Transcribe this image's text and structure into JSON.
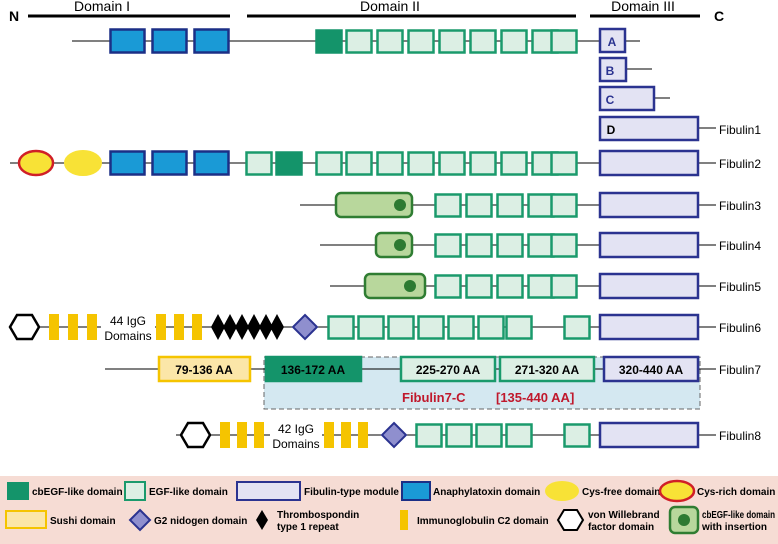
{
  "header": {
    "n_terminal": "N",
    "c_terminal": "C",
    "domains": [
      "Domain I",
      "Domain II",
      "Domain III"
    ]
  },
  "isoforms": [
    "A",
    "B",
    "C",
    "D"
  ],
  "rows": [
    {
      "name": "Fibulin1"
    },
    {
      "name": "Fibulin2"
    },
    {
      "name": "Fibulin3"
    },
    {
      "name": "Fibulin4"
    },
    {
      "name": "Fibulin5"
    },
    {
      "name": "Fibulin6",
      "igg_text": "44 IgG",
      "igg_sub": "Domains"
    },
    {
      "name": "Fibulin7",
      "segments": [
        "79-136 AA",
        "136-172 AA",
        "225-270 AA",
        "271-320 AA",
        "320-440 AA"
      ]
    },
    {
      "name": "Fibulin8",
      "igg_text": "42 IgG",
      "igg_sub": "Domains"
    }
  ],
  "fibulin7c": {
    "name": "Fibulin7-C",
    "range": "[135-440 AA]"
  },
  "legend": {
    "cbegf": "cbEGF-like domain",
    "egf": "EGF-like domain",
    "fibulin_module": "Fibulin-type module",
    "anaphylatoxin": "Anaphylatoxin domain",
    "cys_free": "Cys-free domain",
    "cys_rich": "Cys-rich domain",
    "sushi": "Sushi domain",
    "g2": "G2 nidogen domain",
    "tsp1_a": "Thrombospondin",
    "tsp1_b": "type 1 repeat",
    "igc2": "Immunoglobulin C2 domain",
    "vwf_a": "von Willebrand",
    "vwf_b": "factor domain",
    "cbegf_ins_a": "cbEGF-like domain",
    "cbegf_ins_b": "with insertion"
  },
  "colors": {
    "egf_fill": "#dcefe4",
    "egf_stroke": "#1a9a6c",
    "cbegf_fill": "#14946a",
    "fibulin_fill": "#e3e3f3",
    "fibulin_stroke": "#2b3390",
    "anaphylatoxin_fill": "#1a9ad6",
    "anaphylatoxin_stroke": "#1b2f86",
    "sushi_fill": "#fbe6a8",
    "sushi_stroke": "#f5c400",
    "cys_free_fill": "#f8e236",
    "cys_rich_stroke": "#d01f27",
    "insertion_fill": "#b8d79c",
    "insertion_stroke": "#2f7d32",
    "dot": "#2d7a32",
    "g2_fill": "#8f8fce",
    "g2_stroke": "#2b3390",
    "igc2": "#f5c400",
    "tsp1": "#000000",
    "fib7c_bg": "#d4e8f1",
    "fib7c_text": "#c0182c",
    "legend_bg": "#f6dcd4"
  }
}
